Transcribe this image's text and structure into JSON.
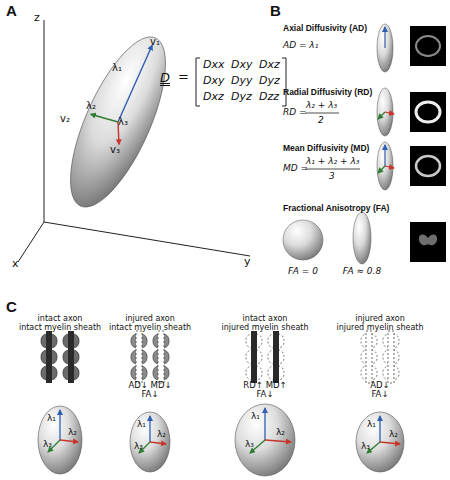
{
  "diagram": {
    "labels": [
      "A",
      "z",
      "y",
      "x",
      "λ₁",
      "v₁",
      "λ₂",
      "v₂",
      "λ₃",
      "v₃",
      "D",
      "=",
      "Dxx",
      "Dxy",
      "Dxz",
      "Dxy",
      "Dyy",
      "Dyz",
      "Dxz",
      "Dyz",
      "Dzz",
      "B",
      "Axial Diffusivity (AD)",
      "AD = λ₁",
      "Radial Diffusivity (RD)",
      "RD =",
      "λ₂ + λ₃",
      "2",
      "Mean Diffusivity (MD)",
      "MD =",
      "λ₁ + λ₂ + λ₃",
      "3",
      "Fractional Anisotropy (FA)",
      "FA = 0",
      "FA ≈ 0.8",
      "C",
      "intact axon",
      "intact myelin sheath",
      "injured axon",
      "intact myelin sheath",
      "intact axon",
      "injured myelin sheath",
      "injured axon",
      "injured myelin sheath",
      "AD↓ MD↓",
      "FA↓",
      "RD↑ MD↑",
      "FA↓",
      "AD↓",
      "FA↓",
      "λ₁",
      "λ₂",
      "λ₃",
      "λ₁",
      "λ₂",
      "λ₃",
      "λ₁",
      "λ₂",
      "λ₃",
      "λ₁",
      "λ₂",
      "λ₃"
    ]
  }
}
